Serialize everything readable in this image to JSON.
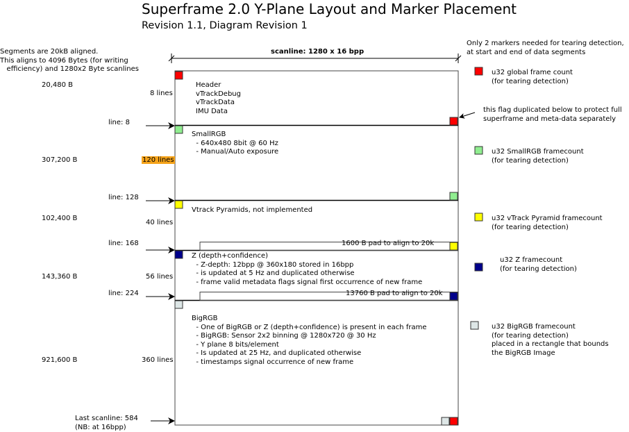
{
  "title": "Superframe 2.0 Y-Plane Layout and Marker Placement",
  "subtitle": "Revision 1.1, Diagram Revision 1",
  "top_left_note": [
    "Segments are 20kB aligned.",
    "This aligns to 4096 Bytes (for writing",
    "   efficiency) and 1280x2 Byte scanlines"
  ],
  "top_right_note": [
    "Only 2 markers needed for tearing detection,",
    "at start and end of data segments"
  ],
  "scanline_label": "scanline: 1280 x 16 bpp",
  "dup_flag_note": [
    "this flag duplicated below to protect full",
    "superframe and meta-data separately"
  ],
  "colors": {
    "red": "#ff0000",
    "green": "#90ee90",
    "yellow": "#ffff00",
    "navy": "#00008b",
    "lightgray": "#dde6e6",
    "highlight": "#f5a31a"
  },
  "segments": [
    {
      "bytes": "20,480 B",
      "lines": "8 lines",
      "body": [
        "Header",
        "vTrackDebug",
        "vTrackData",
        "IMU Data"
      ]
    },
    {
      "bytes": "307,200 B",
      "lines": "120 lines",
      "body": [
        "SmallRGB",
        "  - 640x480 8bit @ 60 Hz",
        "  - Manual/Auto exposure"
      ]
    },
    {
      "bytes": "102,400 B",
      "lines": "40 lines",
      "body": [
        "Vtrack Pyramids, not implemented"
      ]
    },
    {
      "bytes": "143,360 B",
      "lines": "56 lines",
      "body": [
        "Z (depth+confidence)",
        "  - Z-depth: 12bpp @ 360x180 stored in 16bpp",
        "  - is updated at 5 Hz and duplicated otherwise",
        "  - frame valid metadata flags signal first occurrence of new frame"
      ]
    },
    {
      "bytes": "921,600 B",
      "lines": "360 lines",
      "body": [
        "BigRGB",
        "  - One of BigRGB or Z (depth+confidence) is present in each frame",
        "  - BigRGB: Sensor 2x2 binning @ 1280x720 @ 30 Hz",
        "  - Y plane 8 bits/element",
        "  - Is updated at 25 Hz, and duplicated otherwise",
        "  - timestamps signal occurrence of new frame"
      ]
    }
  ],
  "line_markers": [
    "line: 8",
    "line: 128",
    "line: 168",
    "line: 224"
  ],
  "last_scanline": [
    "Last scanline: 584",
    "(NB: at 16bpp)"
  ],
  "pads": [
    "1600 B pad to align to 20k",
    "13760 B pad to align to 20k"
  ],
  "legend": [
    {
      "label": [
        "u32 global frame count",
        "(for tearing detection)"
      ]
    },
    {
      "label": [
        "u32 SmallRGB framecount",
        "(for tearing detection)"
      ]
    },
    {
      "label": [
        "u32 vTrack Pyramid framecount",
        "(for tearing detection)"
      ]
    },
    {
      "label": [
        "u32 Z framecount",
        "(for tearing detection)"
      ]
    },
    {
      "label": [
        "u32 BigRGB framecount",
        "(for tearing detection)",
        "placed in a rectangle that bounds",
        "the BigRGB Image"
      ]
    }
  ]
}
